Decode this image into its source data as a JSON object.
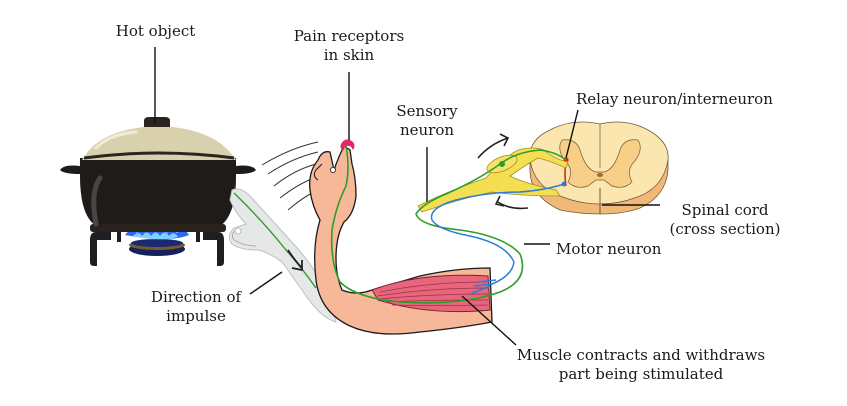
{
  "title": "Reflex arc diagram",
  "labels": {
    "hot_object": "Hot object",
    "pain_receptors": [
      "Pain receptors",
      "in skin"
    ],
    "sensory_neuron": [
      "Sensory",
      "neuron"
    ],
    "relay_neuron": "Relay neuron/interneuron",
    "spinal_cord": [
      "Spinal cord",
      "(cross section)"
    ],
    "motor_neuron": "Motor neuron",
    "direction_of_impulse": [
      "Direction of",
      "impulse"
    ],
    "muscle": [
      "Muscle contracts and withdraws",
      "part being stimulated"
    ]
  },
  "colors": {
    "sensory_path": "#2e9e2a",
    "motor_path": "#2a7fd4",
    "relay_path": "#e2231a",
    "skin": "#f7b899",
    "muscle": "#e8667c",
    "nerve_sheath": "#f4de52",
    "spinal_white": "#fbe6b0",
    "spinal_gray": "#f7cf86",
    "spinal_side": "#f2b877",
    "pot_body": "#1e1b19",
    "pot_lid": "#d9d1ad",
    "flame": "#1f5ee8",
    "receptor": "#e8246b",
    "ghost_arm": "#e6e8e7"
  }
}
